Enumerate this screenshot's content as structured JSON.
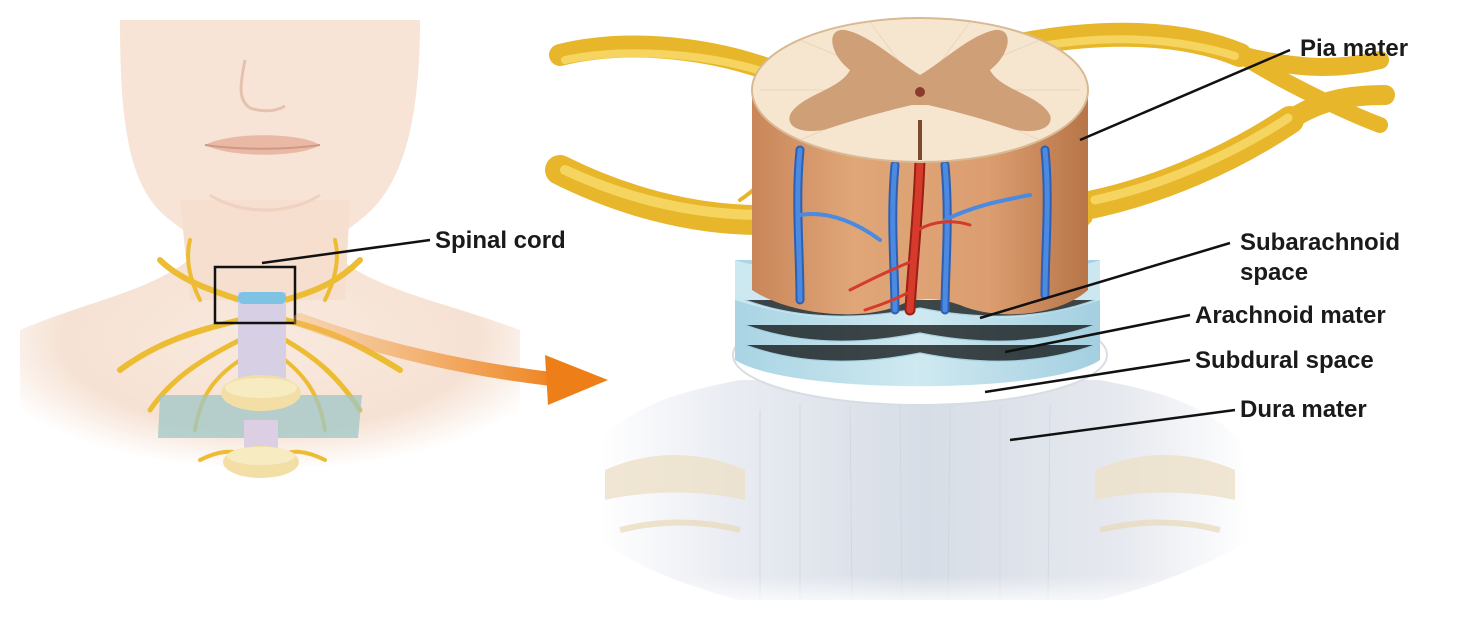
{
  "labels": {
    "spinal_cord": "Spinal cord",
    "pia_mater": "Pia mater",
    "subarachnoid_line1": "Subarachnoid",
    "subarachnoid_line2": "space",
    "arachnoid_mater": "Arachnoid mater",
    "subdural_space": "Subdural space",
    "dura_mater": "Dura mater"
  },
  "colors": {
    "nerve": "#f0c43a",
    "nerve_dark": "#d9a520",
    "gray_matter": "#cf9f78",
    "white_matter": "#f6e6cf",
    "cord_side": "#d99a6c",
    "vein": "#3c7bd8",
    "artery": "#d63a2a",
    "arachnoid": "#bfe1ec",
    "dura": "#dfe3ea",
    "arrow": "#f08a24",
    "skin": "#f8e6da",
    "leader": "#111111"
  }
}
